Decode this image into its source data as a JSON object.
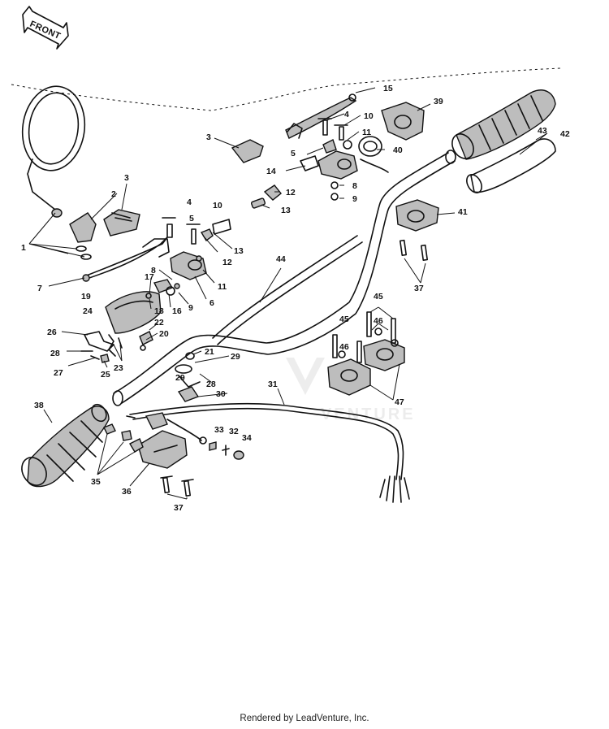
{
  "front_label": "FRONT",
  "watermark_text": "VENTURE",
  "footer": "Rendered by LeadVenture, Inc.",
  "callouts": [
    "1",
    "2",
    "3",
    "4",
    "5",
    "6",
    "7",
    "8",
    "9",
    "10",
    "11",
    "12",
    "13",
    "14",
    "15",
    "16",
    "17",
    "18",
    "19",
    "20",
    "21",
    "22",
    "23",
    "24",
    "25",
    "26",
    "27",
    "28",
    "29",
    "30",
    "31",
    "32",
    "33",
    "34",
    "35",
    "36",
    "37",
    "38",
    "39",
    "40",
    "41",
    "42",
    "43",
    "44",
    "45",
    "46",
    "47"
  ]
}
